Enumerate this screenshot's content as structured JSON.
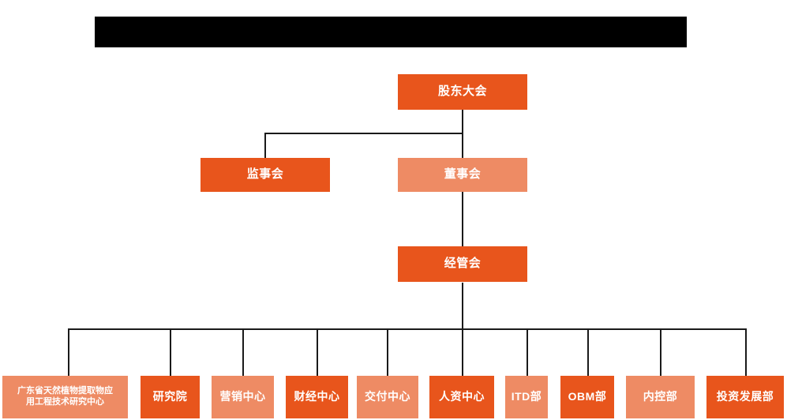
{
  "page": {
    "title_bar": {
      "name": "redacted-title-bar",
      "color": "#000000",
      "text": ""
    },
    "background_color": "#ffffff",
    "line_color": "#1a1a1a"
  },
  "palette": {
    "dark_orange": "#E8551C",
    "light_orange": "#EE8B64",
    "text_color": "#ffffff"
  },
  "org_chart": {
    "type": "diagram",
    "levels": [
      {
        "level": 1,
        "nodes": [
          {
            "id": "shareholders",
            "label": "股东大会",
            "shade": "dark"
          }
        ]
      },
      {
        "level": 2,
        "nodes": [
          {
            "id": "supervisory",
            "label": "监事会",
            "shade": "dark"
          },
          {
            "id": "board",
            "label": "董事会",
            "shade": "light"
          }
        ]
      },
      {
        "level": 3,
        "nodes": [
          {
            "id": "management",
            "label": "经管会",
            "shade": "dark"
          }
        ]
      },
      {
        "level": 4,
        "nodes": [
          {
            "id": "research-center",
            "label": "广东省天然植物提取物应\n用工程技术研究中心",
            "line1": "广东省天然植物提取物应",
            "line2": "用工程技术研究中心",
            "shade": "light"
          },
          {
            "id": "institute",
            "label": "研究院",
            "shade": "dark"
          },
          {
            "id": "marketing",
            "label": "营销中心",
            "shade": "light"
          },
          {
            "id": "finance",
            "label": "财经中心",
            "shade": "dark"
          },
          {
            "id": "delivery",
            "label": "交付中心",
            "shade": "light"
          },
          {
            "id": "hr",
            "label": "人资中心",
            "shade": "dark"
          },
          {
            "id": "itd",
            "label": "ITD部",
            "shade": "light"
          },
          {
            "id": "obm",
            "label": "OBM部",
            "shade": "dark"
          },
          {
            "id": "internal-control",
            "label": "内控部",
            "shade": "light"
          },
          {
            "id": "investment",
            "label": "投资发展部",
            "shade": "dark"
          }
        ]
      }
    ],
    "edges": [
      {
        "from": "shareholders",
        "to": "supervisory"
      },
      {
        "from": "shareholders",
        "to": "board"
      },
      {
        "from": "board",
        "to": "management"
      },
      {
        "from": "management",
        "to": "research-center"
      },
      {
        "from": "management",
        "to": "institute"
      },
      {
        "from": "management",
        "to": "marketing"
      },
      {
        "from": "management",
        "to": "finance"
      },
      {
        "from": "management",
        "to": "delivery"
      },
      {
        "from": "management",
        "to": "hr"
      },
      {
        "from": "management",
        "to": "itd"
      },
      {
        "from": "management",
        "to": "obm"
      },
      {
        "from": "management",
        "to": "internal-control"
      },
      {
        "from": "management",
        "to": "investment"
      }
    ]
  }
}
